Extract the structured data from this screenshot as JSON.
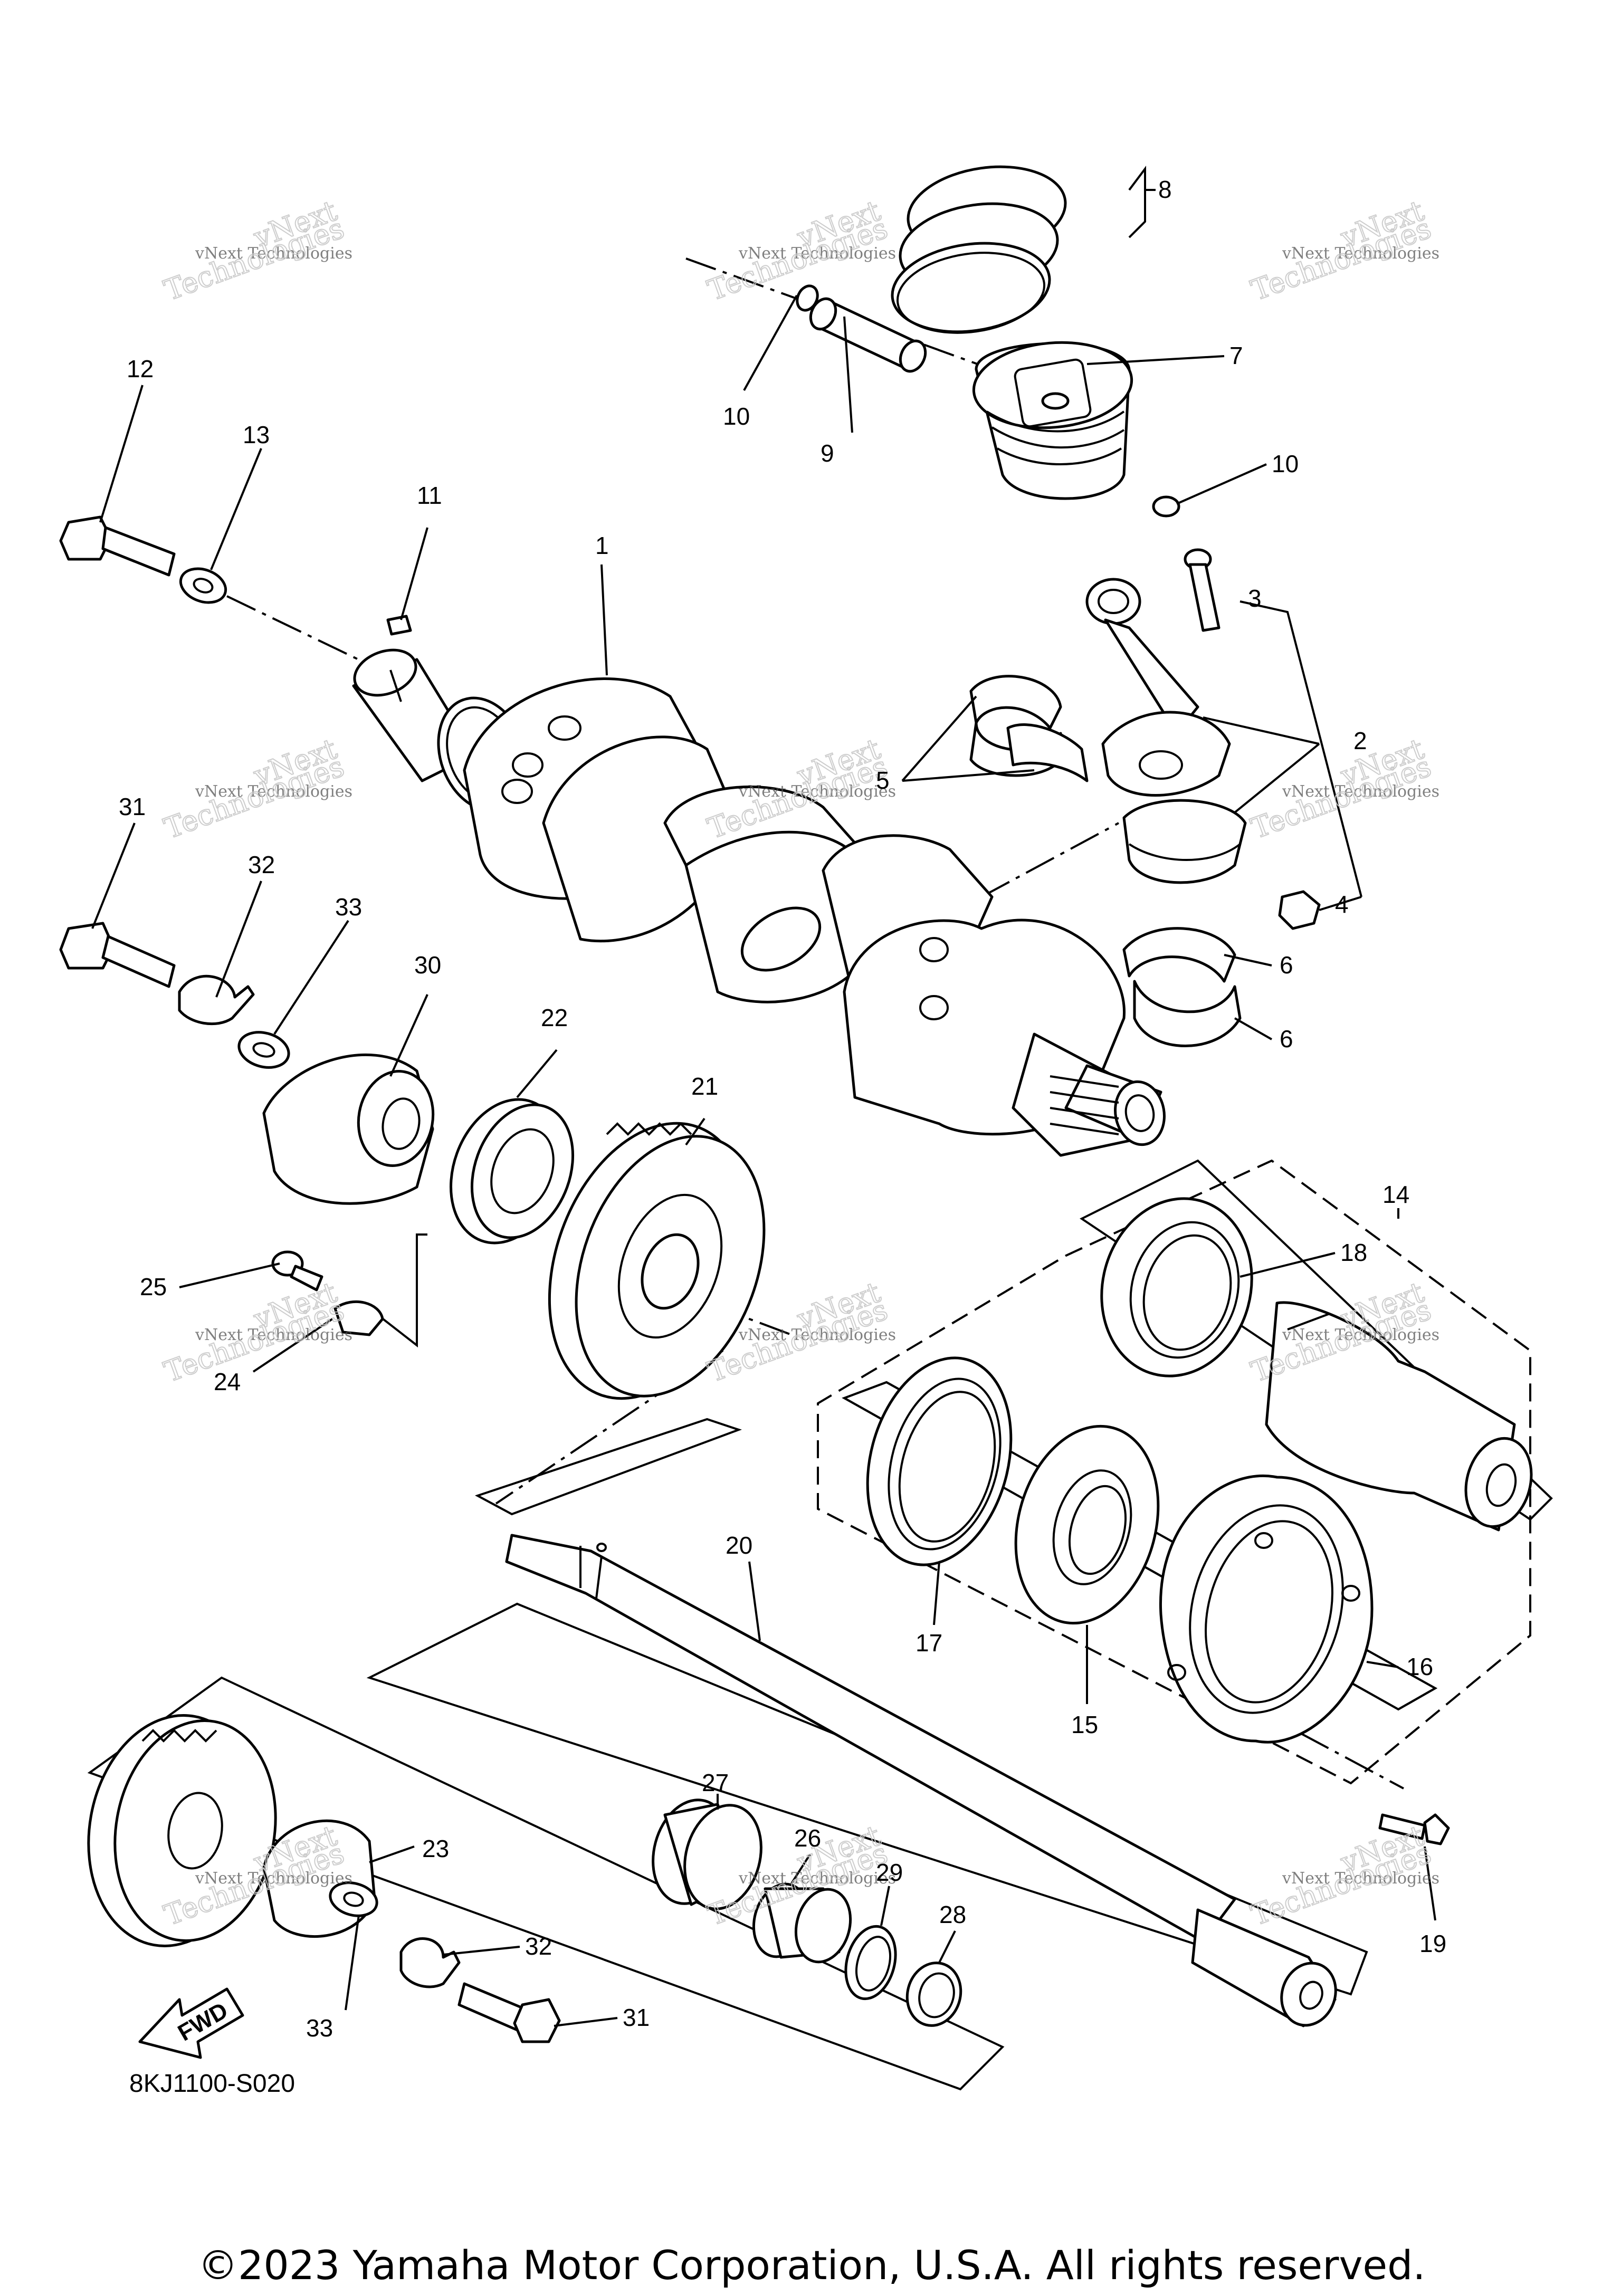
{
  "diagram": {
    "callouts": [
      "1",
      "2",
      "3",
      "4",
      "5",
      "6",
      "6",
      "7",
      "8",
      "9",
      "10",
      "10",
      "11",
      "12",
      "13",
      "14",
      "15",
      "16",
      "17",
      "18",
      "19",
      "20",
      "21",
      "22",
      "23",
      "24",
      "25",
      "26",
      "27",
      "28",
      "29",
      "30",
      "31",
      "31",
      "32",
      "32",
      "33",
      "33"
    ],
    "diagram_code": "8KJ1100-S020",
    "fwd_label": "FWD",
    "copyright": "©2023 Yamaha Motor Corporation, U.S.A. All rights reserved.",
    "watermark": {
      "line1": "vNext Technologies",
      "line2": "vNext",
      "line3": "Technologies"
    }
  }
}
